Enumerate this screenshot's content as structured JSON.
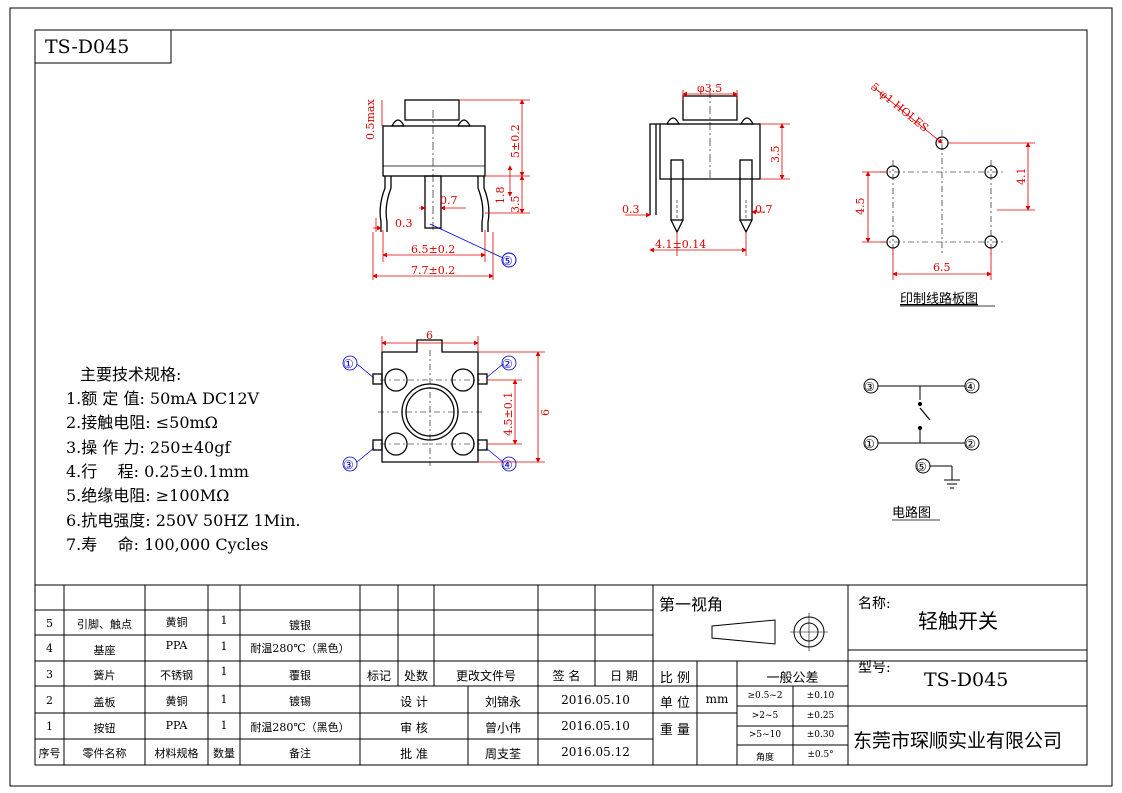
{
  "drawing_no": "TS-D045",
  "dims": {
    "side": {
      "max": "0.5max",
      "h": "5±0.2",
      "pin": "0.7",
      "d18": "1.8",
      "d35": "3.5",
      "t": "0.3",
      "w65": "6.5±0.2",
      "w77": "7.7±0.2"
    },
    "front": {
      "dia": "φ3.5",
      "h": "3.5",
      "t": "0.3",
      "pin": "0.7",
      "w": "4.1±0.14"
    },
    "pcb": {
      "holes": "5-φ1 HOLES",
      "h45": "4.5",
      "h41": "4.1",
      "w65": "6.5",
      "title": "印制线路板图"
    },
    "top": {
      "w": "6",
      "h": "6",
      "h45": "4.5±0.1"
    },
    "circuit": {
      "title": "电路图"
    },
    "callouts": [
      "①",
      "②",
      "③",
      "④",
      "⑤"
    ]
  },
  "specs": {
    "title": "主要技术规格:",
    "lines": [
      "1.额 定 值: 50mA DC12V",
      "2.接触电阻: ≤50mΩ",
      "3.操 作 力: 250±40gf",
      "4.行    程: 0.25±0.1mm",
      "5.绝缘电阻: ≥100MΩ",
      "6.抗电强度: 250V 50HZ 1Min.",
      "7.寿    命: 100,000 Cycles"
    ]
  },
  "bom": {
    "header": [
      "序号",
      "零件名称",
      "材料规格",
      "数量",
      "备注"
    ],
    "rows": [
      [
        "5",
        "引脚、触点",
        "黄铜",
        "1",
        "镀银"
      ],
      [
        "4",
        "基座",
        "PPA",
        "1",
        "耐温280℃（黑色）"
      ],
      [
        "3",
        "簧片",
        "不锈钢",
        "1",
        "覆银"
      ],
      [
        "2",
        "盖板",
        "黄铜",
        "1",
        "镀锡"
      ],
      [
        "1",
        "按钮",
        "PPA",
        "1",
        "耐温280℃（黑色）"
      ]
    ]
  },
  "rev": {
    "h1": "标记",
    "h2": "处数",
    "h3": "更改文件号",
    "h4": "签 名",
    "h5": "日 期"
  },
  "sign": [
    {
      "role": "设 计",
      "name": "刘锦永",
      "date": "2016.05.10"
    },
    {
      "role": "审 核",
      "name": "曾小伟",
      "date": "2016.05.10"
    },
    {
      "role": "批 准",
      "name": "周支荃",
      "date": "2016.05.12"
    }
  ],
  "view": {
    "label": "第一视角"
  },
  "scale": {
    "l1": "比 例",
    "l2": "单 位",
    "unit": "mm",
    "l3": "重 量"
  },
  "tol": {
    "title": "一般公差",
    "rows": [
      [
        "≥0.5~2",
        "±0.10"
      ],
      [
        ">2~5",
        "±0.25"
      ],
      [
        ">5~10",
        "±0.30"
      ],
      [
        "角度",
        "±0.5°"
      ]
    ]
  },
  "info": {
    "name_label": "名称:",
    "name": "轻触开关",
    "model_label": "型号:",
    "model": "TS-D045",
    "company": "东莞市琛顺实业有限公司"
  }
}
